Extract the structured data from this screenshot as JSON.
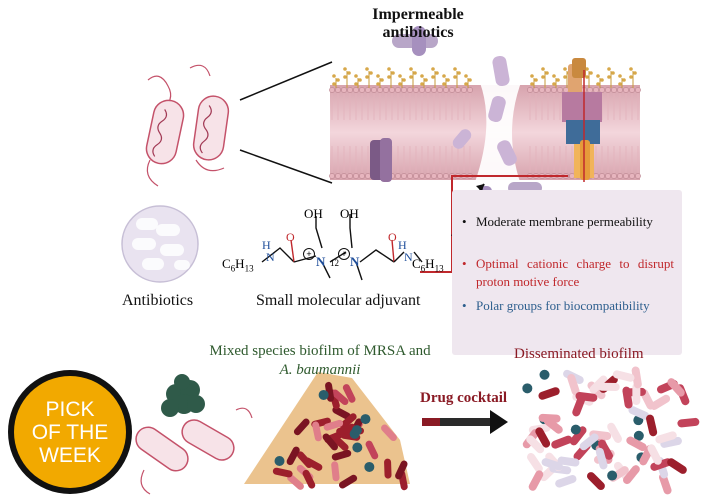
{
  "labels": {
    "impermeable_line1": "Impermeable",
    "impermeable_line2": "antibiotics",
    "antibiotics": "Antibiotics",
    "adjuvant": "Small molecular adjuvant",
    "mixed_biofilm_line1": "Mixed species biofilm of MRSA and",
    "mixed_biofilm_line2": "A. baumannii",
    "disseminated": "Disseminated biofilm",
    "drug_cocktail": "Drug cocktail"
  },
  "properties": [
    {
      "bullet": "•",
      "text": "Moderate membrane permeability",
      "color": "#111111"
    },
    {
      "bullet": "•",
      "text": "Optimal cationic charge to disrupt proton motive force",
      "color": "#c0282c"
    },
    {
      "bullet": "•",
      "text": "Polar groups for biocompatibility",
      "color": "#2e5f8e"
    }
  ],
  "badge": {
    "line1": "PICK",
    "line2": "OF THE",
    "line3": "WEEK",
    "fill_color": "#f2a900",
    "ring_color": "#111111"
  },
  "structure": {
    "oh_left": "OH",
    "oh_right": "OH",
    "chain_left": "C6H13",
    "chain_right": "C6H13",
    "spacer_n": "12",
    "nh": "H",
    "n": "N",
    "o": "O",
    "charge": "+"
  },
  "colors": {
    "membrane": "#e6b7bf",
    "accent_red": "#c0282c",
    "accent_blue": "#2e5f8e",
    "biofilm_green": "#2f5a2e"
  }
}
